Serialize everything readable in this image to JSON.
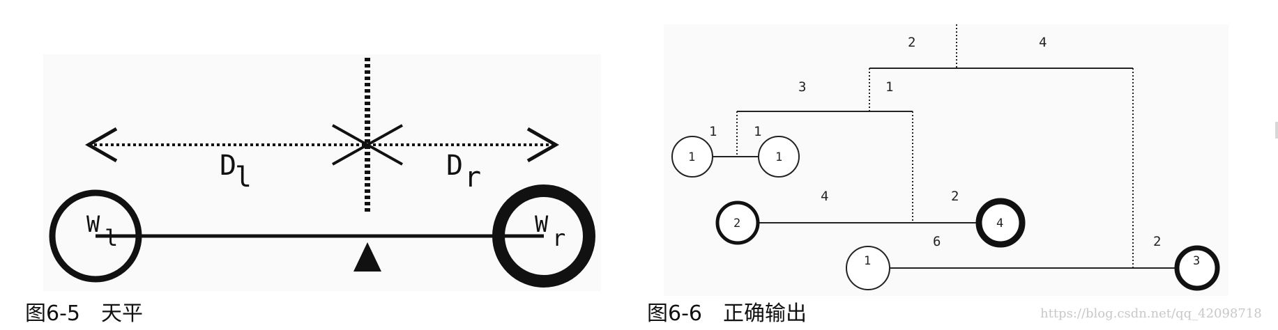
{
  "figures": {
    "balance": {
      "caption": "图6-5　天平",
      "labels": {
        "dl": "D",
        "dl_sub": "l",
        "dr": "D",
        "dr_sub": "r",
        "wl": "W",
        "wl_sub": "l",
        "wr": "W",
        "wr_sub": "r"
      }
    },
    "tree": {
      "caption": "图6-6　正确输出",
      "edge_labels": {
        "root_left": "2",
        "root_right": "4",
        "mid_left": "3",
        "mid_right": "1",
        "inner_left": "1",
        "inner_right": "1",
        "row2_left": "4",
        "row2_right": "2",
        "row3_left": "6",
        "row3_right": "2"
      },
      "node_labels": {
        "n1": "1",
        "n2": "1",
        "n3": "2",
        "n4": "4",
        "n5": "1",
        "n6": "3"
      }
    }
  },
  "watermark": "https://blog.csdn.net/qq_42098718"
}
